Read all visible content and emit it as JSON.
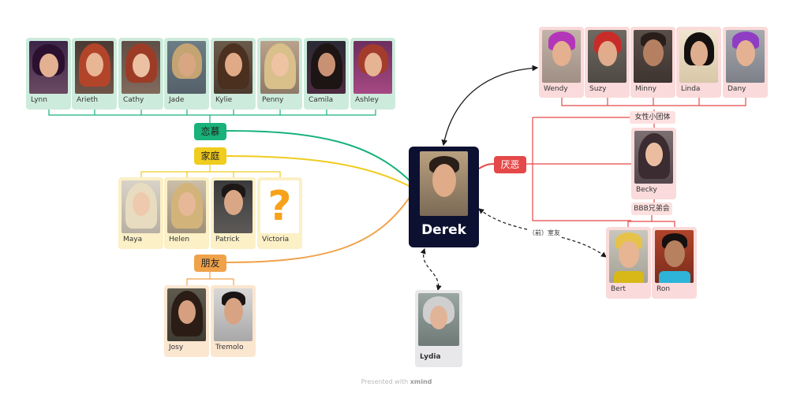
{
  "center": {
    "name": "Derek"
  },
  "groups": {
    "love": {
      "label": "恋慕",
      "color": "#18b27a"
    },
    "family": {
      "label": "家庭",
      "color": "#f0cc1e"
    },
    "friends": {
      "label": "朋友",
      "color": "#f0a24a"
    },
    "hate": {
      "label": "厌恶",
      "color": "#e54848"
    }
  },
  "sublabels": {
    "girls": "女性小团体",
    "bbb": "BBB兄弟会"
  },
  "edge_labels": {
    "roommate": "（前）室友"
  },
  "people": {
    "lynn": "Lynn",
    "arieth": "Arieth",
    "cathy": "Cathy",
    "jade": "Jade",
    "kylie": "Kylie",
    "penny": "Penny",
    "camila": "Camila",
    "ashley": "Ashley",
    "maya": "Maya",
    "helen": "Helen",
    "patrick": "Patrick",
    "victoria": "Victoria",
    "josy": "Josy",
    "tremolo": "Tremolo",
    "wendy": "Wendy",
    "suzy": "Suzy",
    "minny": "Minny",
    "linda": "Linda",
    "dany": "Dany",
    "becky": "Becky",
    "bert": "Bert",
    "ron": "Ron",
    "lydia": "Lydia"
  },
  "unknown_glyph": "?",
  "footer": {
    "prefix": "Presented with",
    "brand": "xmind"
  }
}
